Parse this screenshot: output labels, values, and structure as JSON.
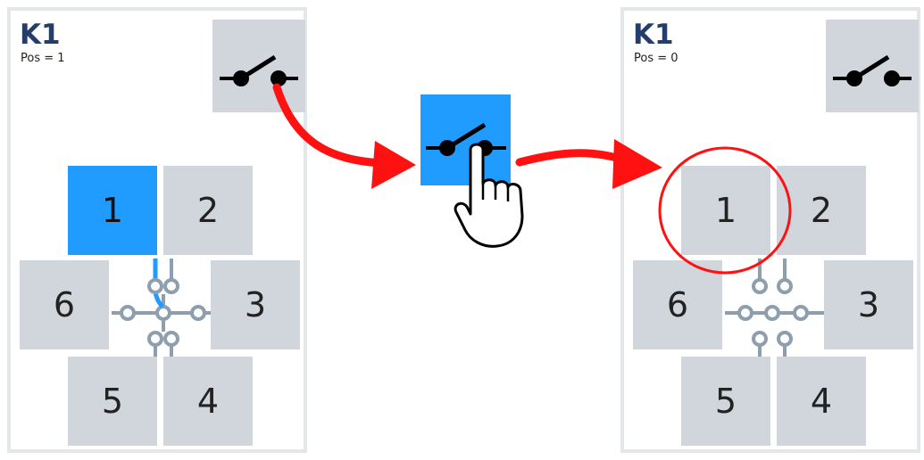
{
  "colors": {
    "accent": "#209bff",
    "tile": "#d0d6dc",
    "arrow": "#ff1111",
    "title": "#243d6b",
    "panel_border": "#e3e7ea",
    "connector": "#8d9eae"
  },
  "left_panel": {
    "title": "K1",
    "pos_text": "Pos = 1",
    "switch_icon": "switch-open-icon",
    "tiles": [
      "1",
      "2",
      "3",
      "4",
      "5",
      "6"
    ],
    "active_tile": "1"
  },
  "action_button": {
    "icon": "switch-open-icon",
    "pointer": "hand-pointer-icon"
  },
  "right_panel": {
    "title": "K1",
    "pos_text": "Pos = 0",
    "switch_icon": "switch-open-icon",
    "tiles": [
      "1",
      "2",
      "3",
      "4",
      "5",
      "6"
    ],
    "highlighted_tile": "1"
  }
}
